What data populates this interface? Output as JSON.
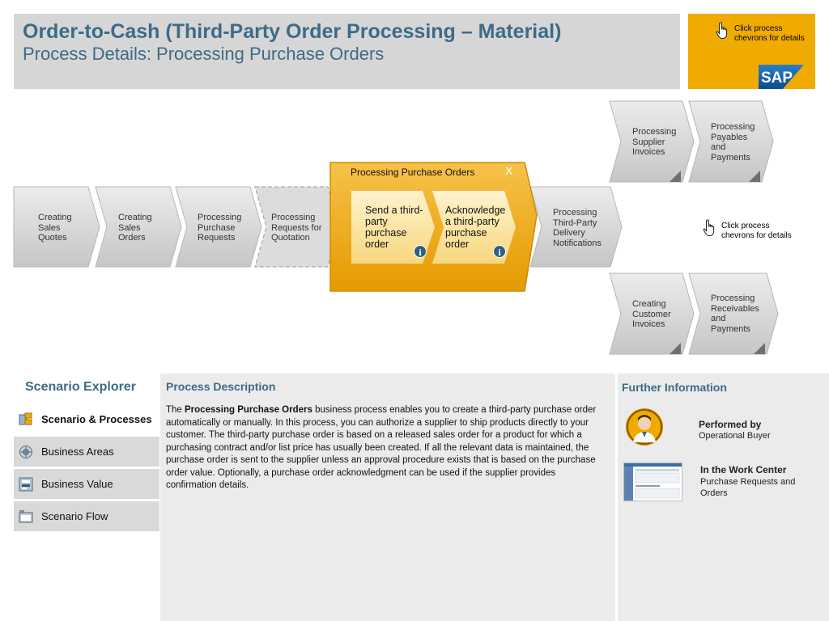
{
  "header": {
    "title": "Order-to-Cash (Third-Party Order Processing – Material)",
    "subtitle": "Process Details: Processing Purchase Orders"
  },
  "hint": {
    "text_line1": "Click process",
    "text_line2": "chevrons for details"
  },
  "brand": {
    "logo_text": "SAP",
    "accent_color": "#f0ab00",
    "title_color": "#3d6b87"
  },
  "flow": {
    "chevrons": [
      {
        "id": "creating-sales-quotes",
        "lines": [
          "Creating",
          "Sales",
          "Quotes"
        ]
      },
      {
        "id": "creating-sales-orders",
        "lines": [
          "Creating",
          "Sales",
          "Orders"
        ]
      },
      {
        "id": "processing-purchase-requests",
        "lines": [
          "Processing",
          "Purchase",
          "Requests"
        ]
      },
      {
        "id": "processing-requests-for-quotation",
        "lines": [
          "Processing",
          "Requests for",
          "Quotation"
        ]
      },
      {
        "id": "processing-third-party-delivery-notifications",
        "lines": [
          "Processing",
          "Third-Party",
          "Delivery",
          "Notifications"
        ]
      },
      {
        "id": "processing-supplier-invoices",
        "lines": [
          "Processing",
          "Supplier",
          "Invoices"
        ]
      },
      {
        "id": "processing-payables-and-payments",
        "lines": [
          "Processing",
          "Payables",
          "and",
          "Payments"
        ]
      },
      {
        "id": "creating-customer-invoices",
        "lines": [
          "Creating",
          "Customer",
          "Invoices"
        ]
      },
      {
        "id": "processing-receivables-and-payments",
        "lines": [
          "Processing",
          "Receivables",
          "and",
          "Payments"
        ]
      }
    ],
    "selected": {
      "title": "Processing Purchase Orders",
      "close": "X",
      "steps": [
        {
          "lines": [
            "Send a third-",
            "party",
            "purchase",
            "order"
          ]
        },
        {
          "lines": [
            "Acknowledge",
            "a third-party",
            "purchase",
            "order"
          ]
        }
      ],
      "info_glyph": "i"
    }
  },
  "explorer": {
    "title": "Scenario Explorer",
    "items": [
      {
        "label": "Scenario & Processes",
        "icon": "scenario-icon"
      },
      {
        "label": "Business Areas",
        "icon": "business-areas-icon"
      },
      {
        "label": "Business Value",
        "icon": "business-value-icon"
      },
      {
        "label": "Scenario Flow",
        "icon": "scenario-flow-icon"
      }
    ]
  },
  "description": {
    "title": "Process Description",
    "lead": "The ",
    "bold": "Processing Purchase Orders",
    "text": " business process enables you to create a third-party purchase order automatically or manually. In this process, you can authorize a supplier to ship products directly to your customer. The third-party purchase order is based on a released sales order for a product for which a purchasing contract and/or list price has usually been created. If all the relevant data is maintained, the purchase order is sent to the supplier unless an approval procedure exists that is based on the purchase order value. Optionally, a purchase order acknowledgment can be used if the supplier provides confirmation details."
  },
  "further": {
    "title": "Further Information",
    "performed_label": "Performed by",
    "performed_value": "Operational Buyer",
    "work_center_label": "In the Work Center",
    "work_center_value": "Purchase Requests and Orders"
  }
}
